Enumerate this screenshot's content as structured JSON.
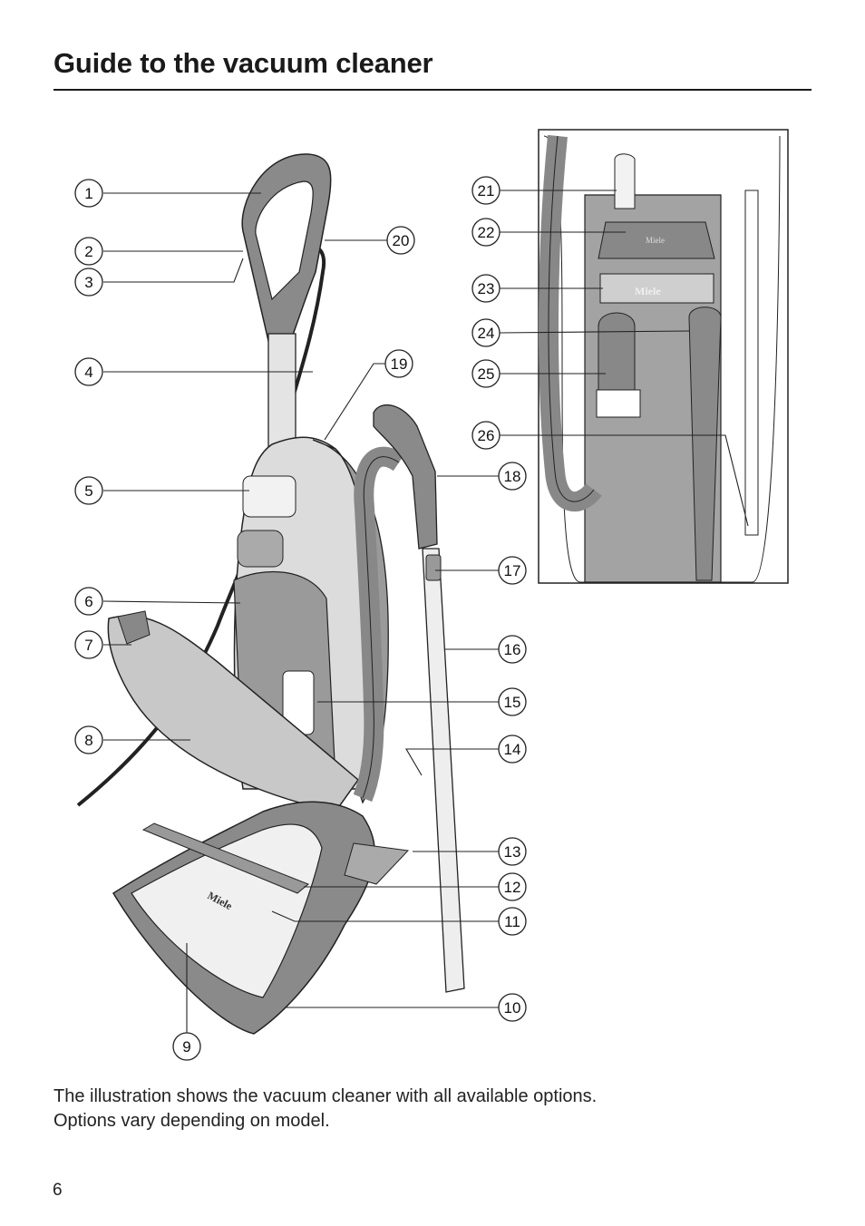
{
  "header": {
    "title": "Guide to the vacuum cleaner"
  },
  "figure": {
    "callouts": [
      "1",
      "2",
      "3",
      "4",
      "5",
      "6",
      "7",
      "8",
      "9",
      "10",
      "11",
      "12",
      "13",
      "14",
      "15",
      "16",
      "17",
      "18",
      "19",
      "20",
      "21",
      "22",
      "23",
      "24",
      "25",
      "26"
    ],
    "brand_marks": [
      "Miele",
      "Miele",
      "Miele"
    ]
  },
  "caption": {
    "line1": "The illustration shows the vacuum cleaner with all available options.",
    "line2": "Options vary depending on model."
  },
  "footer": {
    "page_number": "6"
  },
  "colors": {
    "body": "#d8d8d8",
    "dark": "#7a7a7a",
    "line": "#222222"
  }
}
